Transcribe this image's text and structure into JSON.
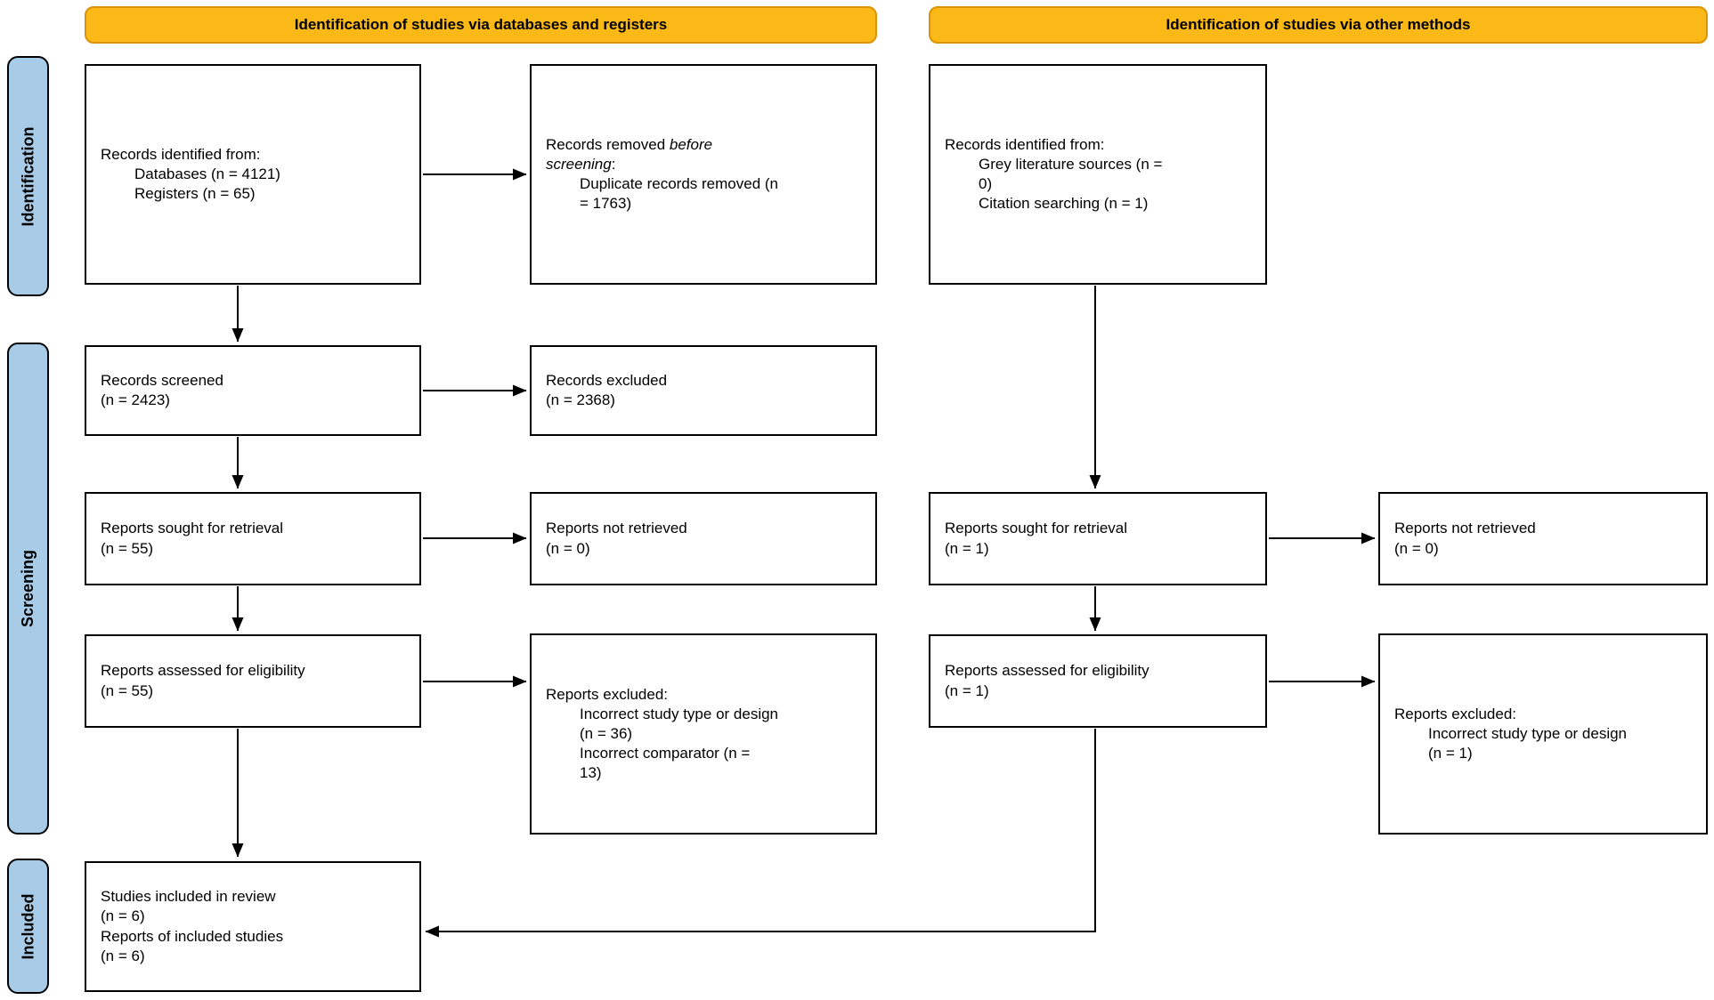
{
  "headers": {
    "databases": "Identification of studies via databases and registers",
    "other": "Identification of studies via other methods"
  },
  "sidebar": {
    "identification": "Identification",
    "screening": "Screening",
    "included": "Included"
  },
  "colors": {
    "header_fill": "#FBB917",
    "header_border": "#DC9305",
    "sidebar_fill": "#A8CBE8",
    "box_border": "#000000",
    "arrow": "#000000"
  },
  "boxes": {
    "db_identified": {
      "l1": "Records identified from:",
      "l2": "Databases (n = 4121)",
      "l3": "Registers (n = 65)"
    },
    "records_removed": {
      "l1a": "Records removed ",
      "l1b": "before",
      "l2a": "screening",
      "l2b": ":",
      "l3": "Duplicate records removed (n",
      "l4": "= 1763)"
    },
    "other_identified": {
      "l1": "Records identified from:",
      "l2": "Grey literature sources (n =",
      "l3": "0)",
      "l4": "Citation searching (n = 1)"
    },
    "records_screened": {
      "l1": "Records screened",
      "l2": "(n = 2423)"
    },
    "records_excluded": {
      "l1": "Records excluded",
      "l2": "(n = 2368)"
    },
    "db_sought": {
      "l1": "Reports sought for retrieval",
      "l2": "(n = 55)"
    },
    "db_not_retrieved": {
      "l1": "Reports not retrieved",
      "l2": "(n = 0)"
    },
    "other_sought": {
      "l1": "Reports sought for retrieval",
      "l2": "(n = 1)"
    },
    "other_not_retrieved": {
      "l1": "Reports not retrieved",
      "l2": "(n = 0)"
    },
    "db_assessed": {
      "l1": "Reports assessed for eligibility",
      "l2": "(n = 55)"
    },
    "db_excluded": {
      "l1": "Reports excluded:",
      "l2": "Incorrect study type or design",
      "l3": "(n = 36)",
      "l4": "Incorrect comparator (n =",
      "l5": "13)"
    },
    "other_assessed": {
      "l1": "Reports assessed for eligibility",
      "l2": "(n = 1)"
    },
    "other_excluded": {
      "l1": "Reports excluded:",
      "l2": "Incorrect study type or design",
      "l3": "(n = 1)"
    },
    "included": {
      "l1": "Studies included in review",
      "l2": "(n = 6)",
      "l3": "Reports of included studies",
      "l4": "(n = 6)"
    }
  }
}
